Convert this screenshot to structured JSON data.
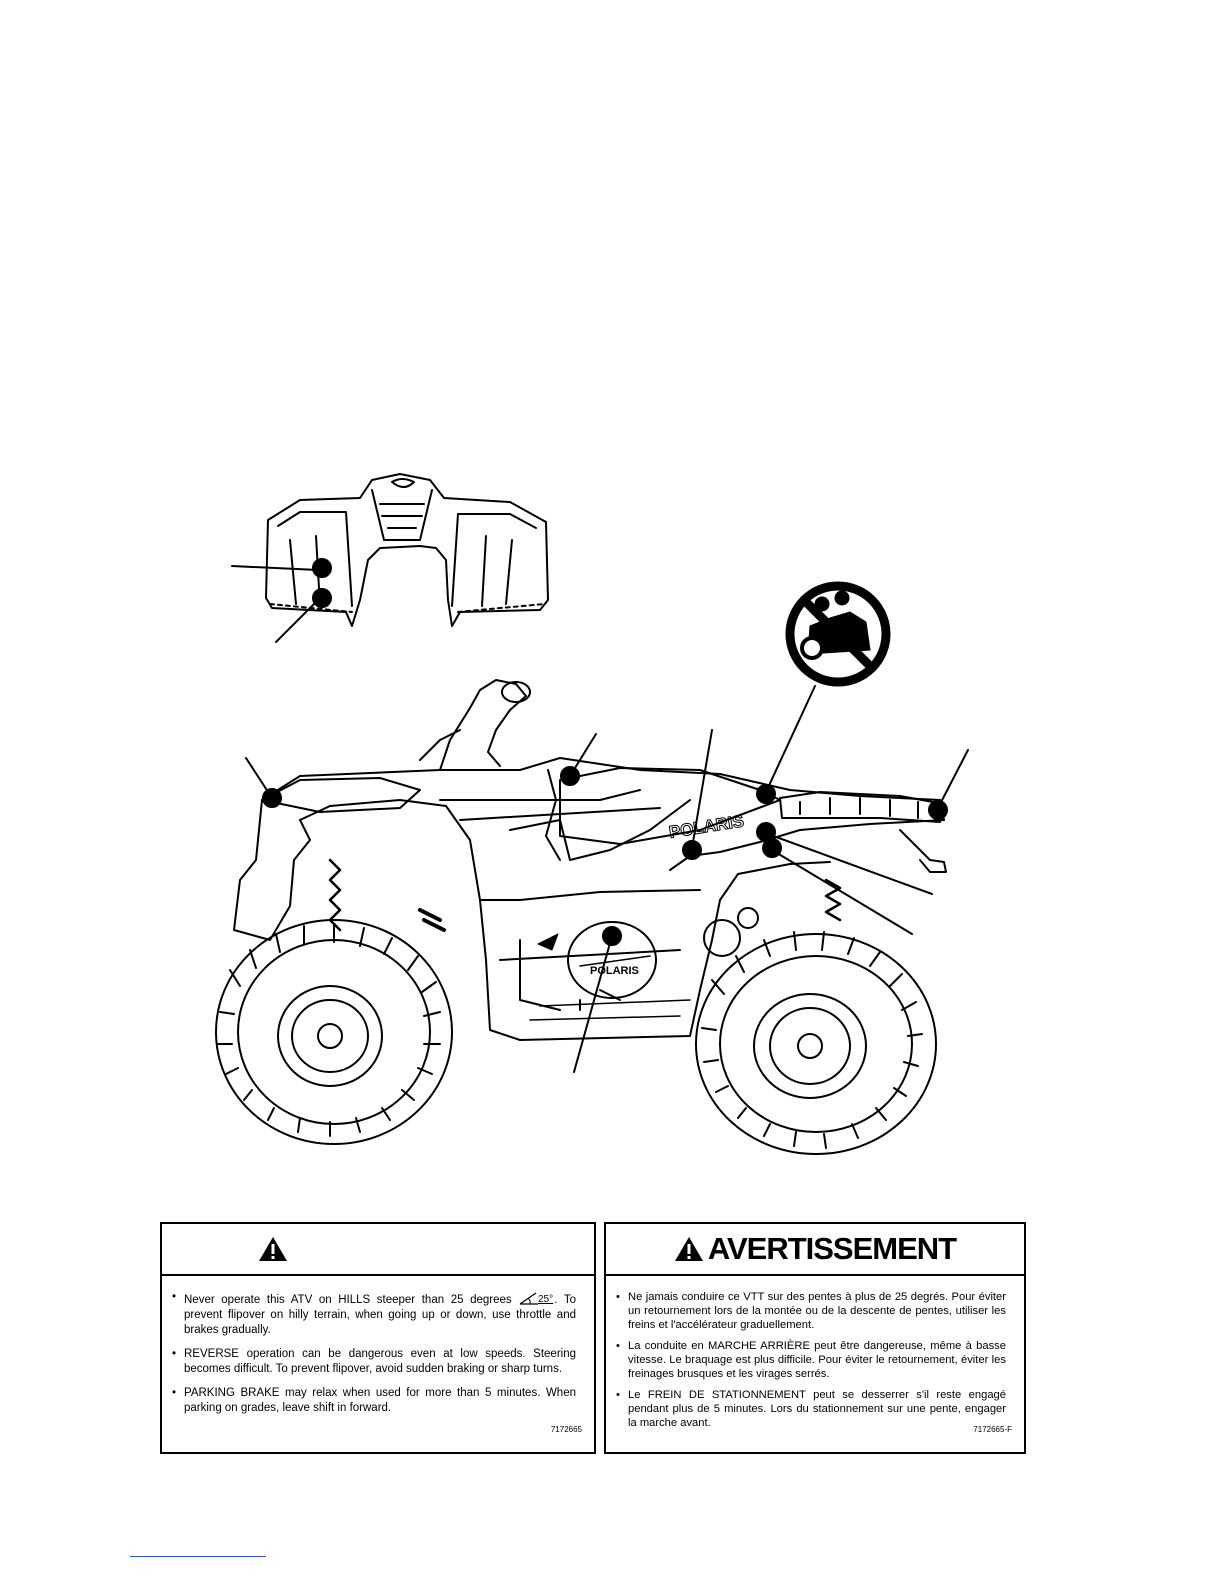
{
  "illustration": {
    "brand_text": "POLARIS"
  },
  "label_en": {
    "header_word": "",
    "bullets": [
      {
        "text_a": "Never operate this ATV on HILLS steeper than 25 degrees",
        "angle": "25°",
        "text_b": ". To prevent flipover on hilly terrain, when going up or down, use throttle and brakes gradually."
      },
      {
        "text": "REVERSE operation can be dangerous even at low speeds. Steering becomes difficult. To prevent flipover, avoid sudden braking or sharp turns."
      },
      {
        "text": "PARKING BRAKE may relax when used for more than 5 minutes. When parking on grades, leave shift in forward."
      }
    ],
    "part_number": "7172665"
  },
  "label_fr": {
    "header_word": "AVERTISSEMENT",
    "bullets": [
      {
        "text": "Ne jamais conduire ce VTT sur des pentes à plus de 25 degrés. Pour éviter un retournement lors de la montée ou de la descente de pentes, utiliser les freins et l'accélérateur graduellement."
      },
      {
        "text": "La conduite en MARCHE ARRIÈRE peut être dangereuse, même à basse vitesse. Le braquage est plus difficile. Pour éviter le retournement, éviter les freinages brusques et les virages serrés."
      },
      {
        "text": "Le FREIN DE STATIONNEMENT peut se desserrer s'il reste engagé pendant plus de 5 minutes. Lors du stationnement sur une pente, engager la marche avant."
      }
    ],
    "part_number": "7172665-F"
  }
}
